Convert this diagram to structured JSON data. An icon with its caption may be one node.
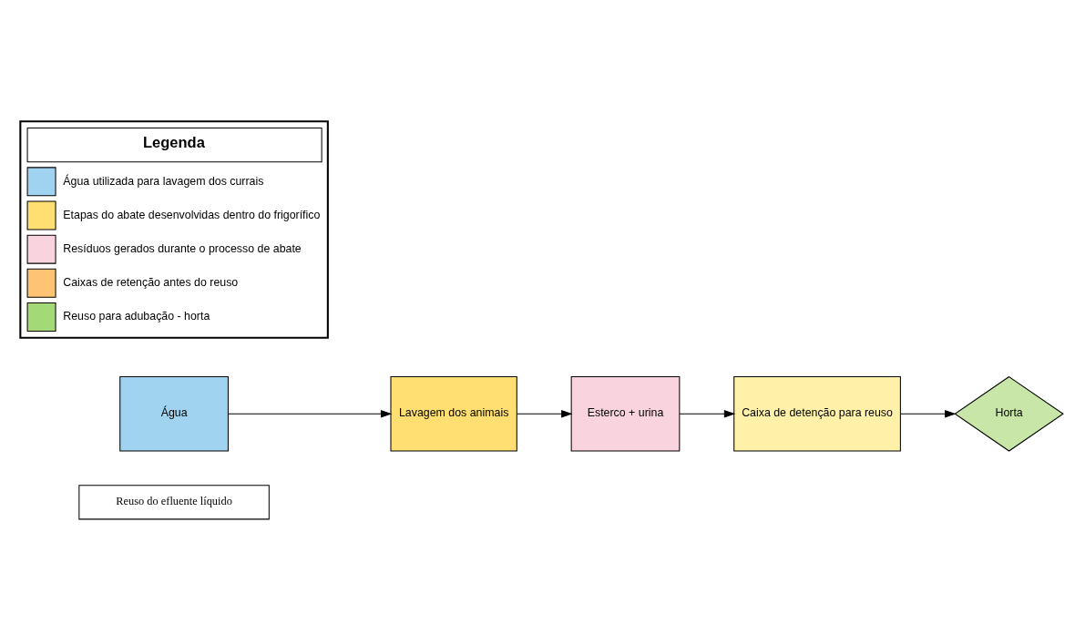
{
  "diagram": {
    "nodes": [
      {
        "text": [
          "Reuso do efluente líquido"
        ]
      },
      {
        "text": [
          "Água"
        ]
      },
      {
        "text": [
          "Lavagem dos animais"
        ]
      },
      {
        "text": [
          "Esterco + urina"
        ]
      },
      {
        "text": [
          "Caixa de detenção para reuso"
        ]
      },
      {
        "text": [
          "Horta"
        ]
      }
    ],
    "edges": [
      {
        "from": 1,
        "to": 2,
        "arrow": "to"
      },
      {
        "from": 2,
        "to": 3,
        "arrow": "to"
      },
      {
        "from": 3,
        "to": 4,
        "arrow": "to"
      },
      {
        "from": 4,
        "to": 5,
        "arrow": "to"
      }
    ],
    "labels": [
      "Legenda"
    ],
    "legend": [
      {
        "text": "Água utilizada para lavagem dos currais",
        "color": "#9fd3f0"
      },
      {
        "text": "Etapas do abate desenvolvidas dentro do frigorífico",
        "color": "#ffdf71"
      },
      {
        "text": "Resíduos gerados durante o processo de abate",
        "color": "#f9d3de"
      },
      {
        "text": "Caixas de retenção antes do reuso",
        "color": "#ffc374"
      },
      {
        "text": "Reuso para adubação - horta",
        "color": "#a3d977"
      }
    ]
  }
}
